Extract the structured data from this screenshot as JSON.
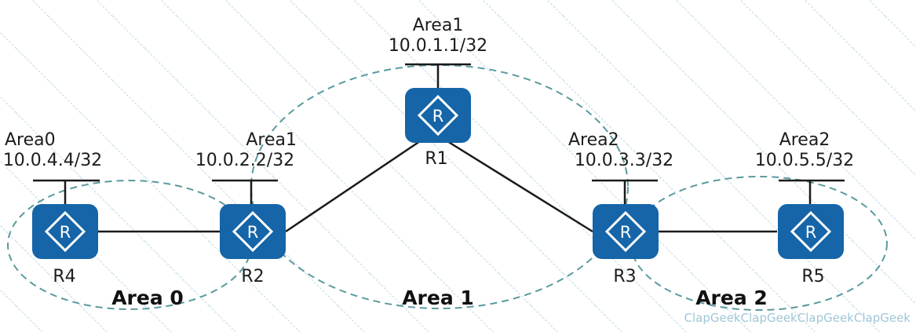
{
  "diagram": {
    "colors": {
      "router": "#1565a8",
      "link": "#1a1a1a",
      "area_border": "#5a9a9e",
      "watermark": "#9fc7d6"
    },
    "watermark_text": "ClapGeekClapGeekClapGeekClapGeek",
    "routers": [
      {
        "id": "R1",
        "label": "R1",
        "icon": "router-icon",
        "loopback_area": "Area1",
        "loopback_ip": "10.0.1.1/32"
      },
      {
        "id": "R2",
        "label": "R2",
        "icon": "router-icon",
        "loopback_area": "Area1",
        "loopback_ip": "10.0.2.2/32"
      },
      {
        "id": "R3",
        "label": "R3",
        "icon": "router-icon",
        "loopback_area": "Area2",
        "loopback_ip": "10.0.3.3/32"
      },
      {
        "id": "R4",
        "label": "R4",
        "icon": "router-icon",
        "loopback_area": "Area0",
        "loopback_ip": "10.0.4.4/32"
      },
      {
        "id": "R5",
        "label": "R5",
        "icon": "router-icon",
        "loopback_area": "Area2",
        "loopback_ip": "10.0.5.5/32"
      }
    ],
    "links": [
      {
        "from": "R4",
        "to": "R2"
      },
      {
        "from": "R2",
        "to": "R1"
      },
      {
        "from": "R1",
        "to": "R3"
      },
      {
        "from": "R3",
        "to": "R5"
      }
    ],
    "areas": [
      {
        "id": "area0",
        "label": "Area 0",
        "members": [
          "R4",
          "R2"
        ]
      },
      {
        "id": "area1",
        "label": "Area 1",
        "members": [
          "R2",
          "R1",
          "R3"
        ]
      },
      {
        "id": "area2",
        "label": "Area 2",
        "members": [
          "R3",
          "R5"
        ]
      }
    ],
    "router_glyph": "R"
  }
}
